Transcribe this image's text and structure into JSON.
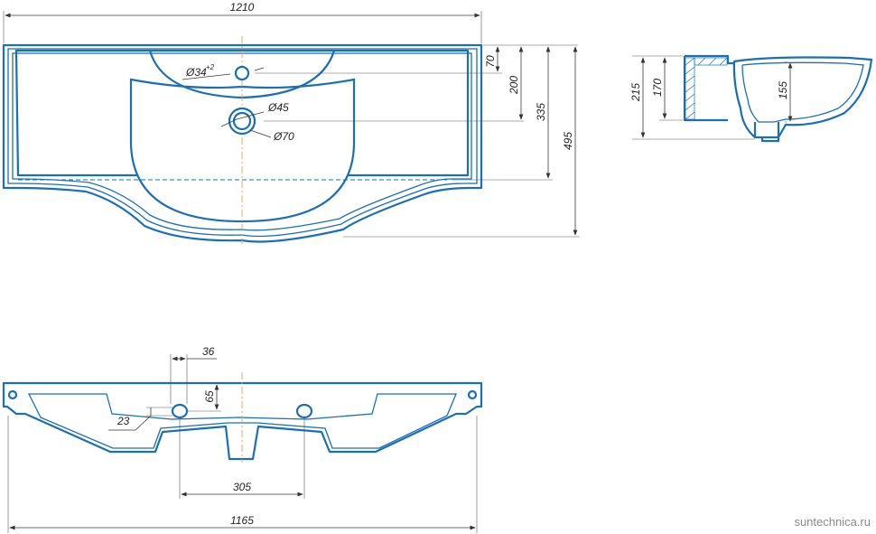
{
  "top_view": {
    "width_label": "1210",
    "tap_hole_label": "Ø34",
    "tap_hole_tol": "+2",
    "drain_inner_label": "Ø45",
    "drain_outer_label": "Ø70",
    "dim_70": "70",
    "dim_200": "200",
    "dim_335": "335",
    "dim_495": "495"
  },
  "side_view": {
    "dim_215": "215",
    "dim_170": "170",
    "dim_155": "155"
  },
  "front_view": {
    "dim_36": "36",
    "dim_65": "65",
    "dim_23": "23",
    "dim_305": "305",
    "dim_1165": "1165"
  },
  "watermark": "suntechnica.ru"
}
